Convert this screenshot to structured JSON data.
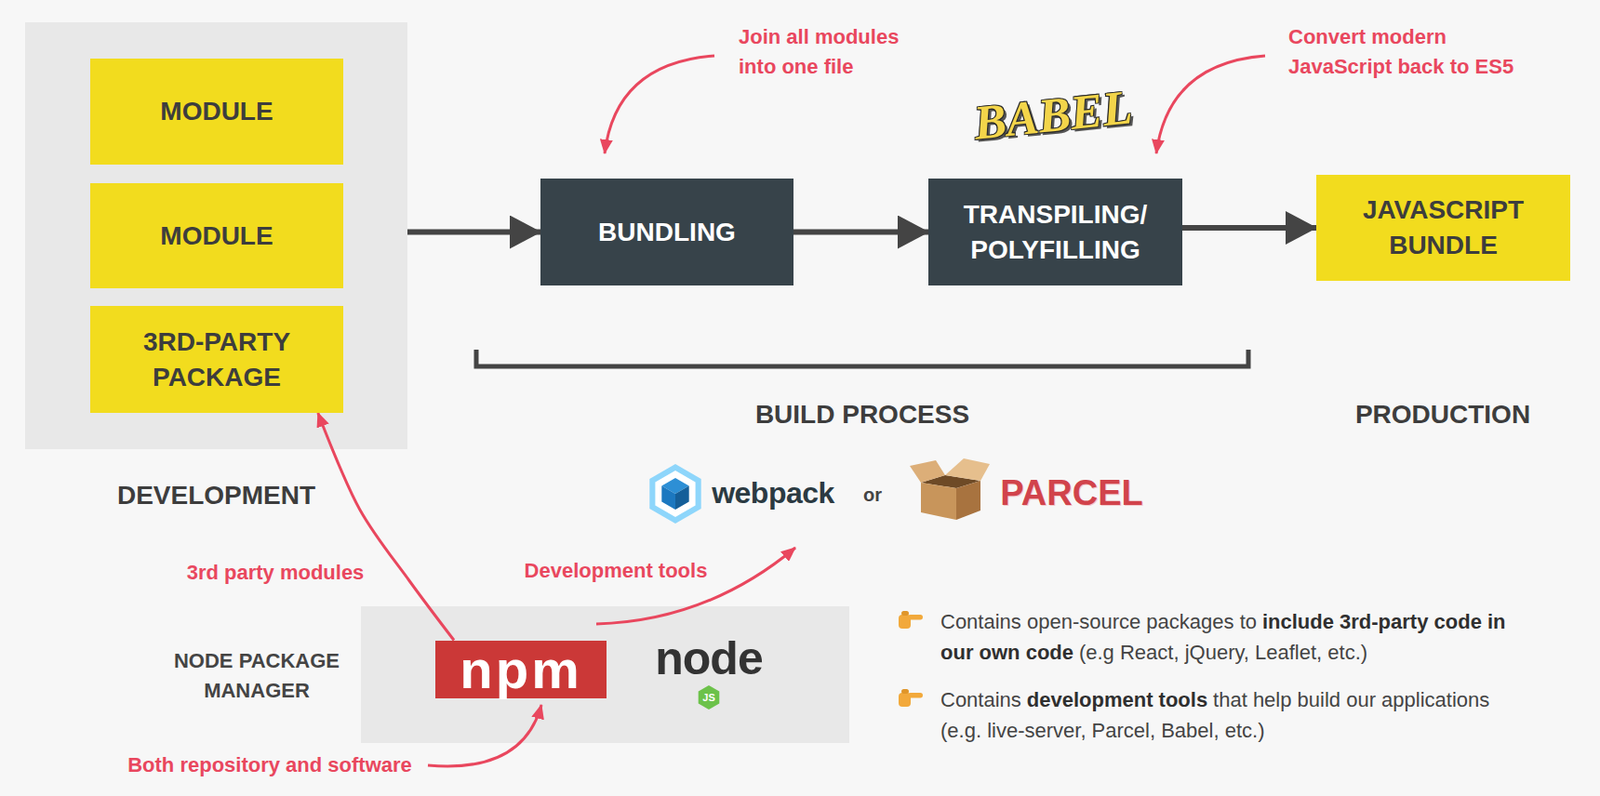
{
  "diagram": {
    "nodes": [
      {
        "text": [
          "DEVELOPMENT"
        ]
      },
      {
        "text": [
          "MODULE"
        ],
        "in": 0
      },
      {
        "text": [
          "MODULE"
        ],
        "in": 0
      },
      {
        "text": [
          "3RD-PARTY PACKAGE"
        ],
        "in": 0
      },
      {
        "text": [
          "BUNDLING"
        ]
      },
      {
        "text": [
          "TRANSPILING/ POLYFILLING"
        ]
      },
      {
        "text": [
          "JAVASCRIPT BUNDLE"
        ]
      },
      {
        "text": [
          "NODE PACKAGE MANAGER"
        ]
      },
      {
        "text": [
          "npm"
        ],
        "in": 7
      }
    ],
    "edges": [
      {
        "from": 0,
        "to": 4,
        "arrow": "to"
      },
      {
        "from": 4,
        "to": 5,
        "arrow": "to"
      },
      {
        "from": 5,
        "to": 6,
        "arrow": "to"
      },
      {
        "from": 8,
        "to": 3,
        "label": "3rd party modules",
        "arrow": "to"
      }
    ],
    "labels": [
      "Join all modules into one file",
      "Convert modern JavaScript back to ES5",
      "BABEL",
      "BUILD PROCESS",
      "PRODUCTION",
      "webpack",
      "or",
      "PARCEL",
      "Development tools",
      "node",
      "JS",
      "Both repository and software",
      "Contains open-source packages to",
      "include 3rd-party code in our own code",
      "(e.g React, jQuery, Leaflet, etc.)",
      "Contains",
      "development tools",
      "that help build our applications (e.g. live-server, Parcel, Babel, etc.)"
    ]
  }
}
